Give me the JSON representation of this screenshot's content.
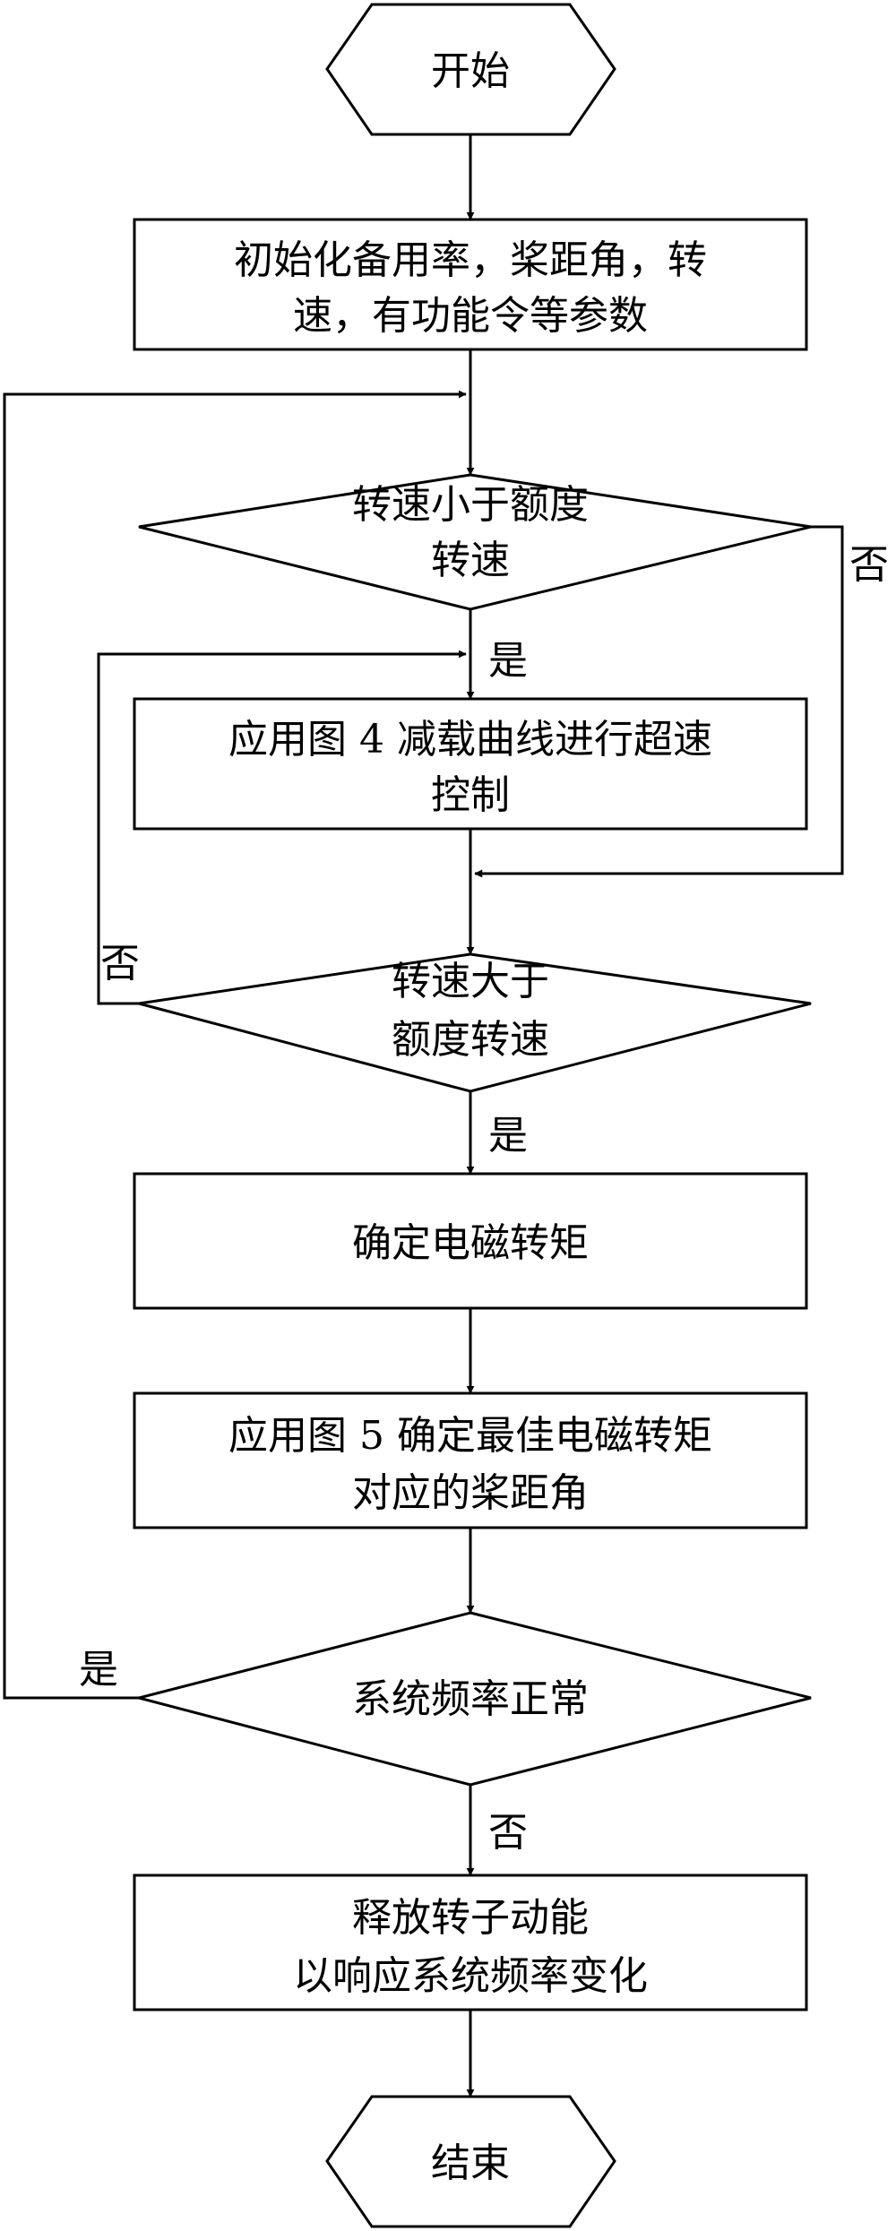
{
  "start": {
    "label": "开始"
  },
  "init": {
    "line1": "初始化备用率，桨距角，转",
    "line2": "速，有功能令等参数"
  },
  "decision1": {
    "line1": "转速小于额度",
    "line2": "转速",
    "yes": "是",
    "no": "否"
  },
  "overspeed": {
    "line1": "应用图 4 减载曲线进行超速",
    "line2": "控制"
  },
  "decision2": {
    "line1": "转速大于",
    "line2": "额度转速",
    "yes": "是",
    "no": "否"
  },
  "torque": {
    "label": "确定电磁转矩"
  },
  "pitch": {
    "line1": "应用图 5 确定最佳电磁转矩",
    "line2": "对应的桨距角"
  },
  "decision3": {
    "label": "系统频率正常",
    "yes": "是",
    "no": "否"
  },
  "release": {
    "line1": "释放转子动能",
    "line2": "以响应系统频率变化"
  },
  "end": {
    "label": "结束"
  }
}
